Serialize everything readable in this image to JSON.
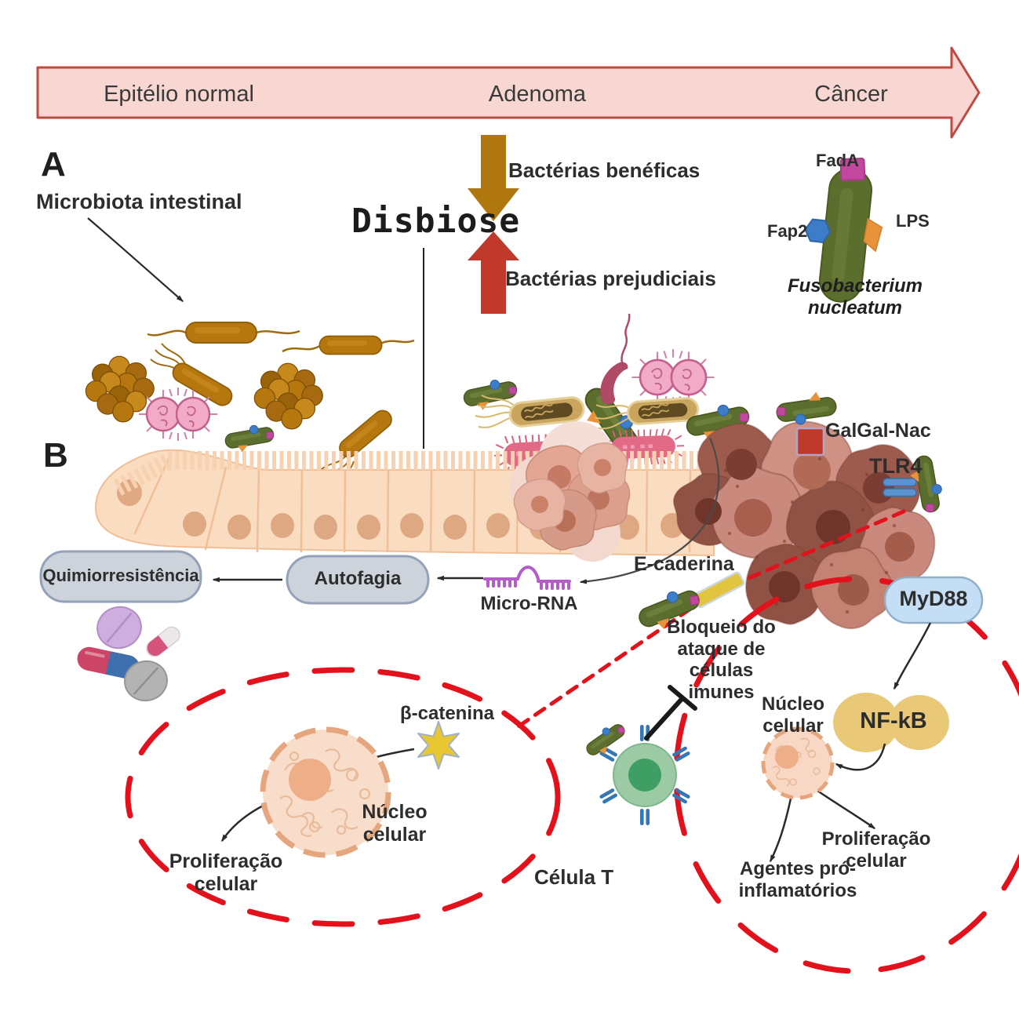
{
  "panel": {
    "a": "A",
    "b": "B"
  },
  "timeline": {
    "stage1": "Epitélio normal",
    "stage2": "Adenoma",
    "stage3": "Câncer"
  },
  "microbiota": {
    "label": "Microbiota intestinal"
  },
  "dysbiosis": {
    "title": "Disbiose",
    "beneficial": "Bactérias benéficas",
    "harmful": "Bactérias prejudiciais"
  },
  "fusobacterium": {
    "name": "Fusobacterium nucleatum",
    "fada": "FadA",
    "fap2": "Fap2",
    "lps": "LPS"
  },
  "receptors": {
    "galgalnac": "GalGal-Nac",
    "tlr4": "TLR4",
    "ecadherin": "E-caderina"
  },
  "signaling": {
    "myd88": "MyD88",
    "nfkb": "NF-kB"
  },
  "pathway": {
    "chemoresistance": "Quimiorresistência",
    "autophagy": "Autofagia",
    "microrna": "Micro-RNA"
  },
  "left_cell": {
    "beta_catenin": "β-catenina",
    "nucleus": "Núcleo celular",
    "proliferation": "Proliferação celular"
  },
  "immune": {
    "blockade": "Bloqueio do ataque de células imunes",
    "t_cell": "Célula T"
  },
  "right_cell": {
    "nucleus": "Núcleo celular",
    "proinflammatory": "Agentes pró-inflamatórios",
    "proliferation": "Proliferação celular"
  },
  "colors": {
    "timeline_fill": "#f8d7d2",
    "timeline_border": "#bf4a43",
    "beneficial_arrow": "#b1770f",
    "harmful_arrow": "#c0392b",
    "dashed_red": "#e3111c",
    "fuso_green": "#5c6e2d",
    "myd88_fill": "#c3def5",
    "nfkb_fill": "#e9c878",
    "gray_box_fill": "#cdd3db",
    "epithelium_fill": "#fadcc0"
  }
}
